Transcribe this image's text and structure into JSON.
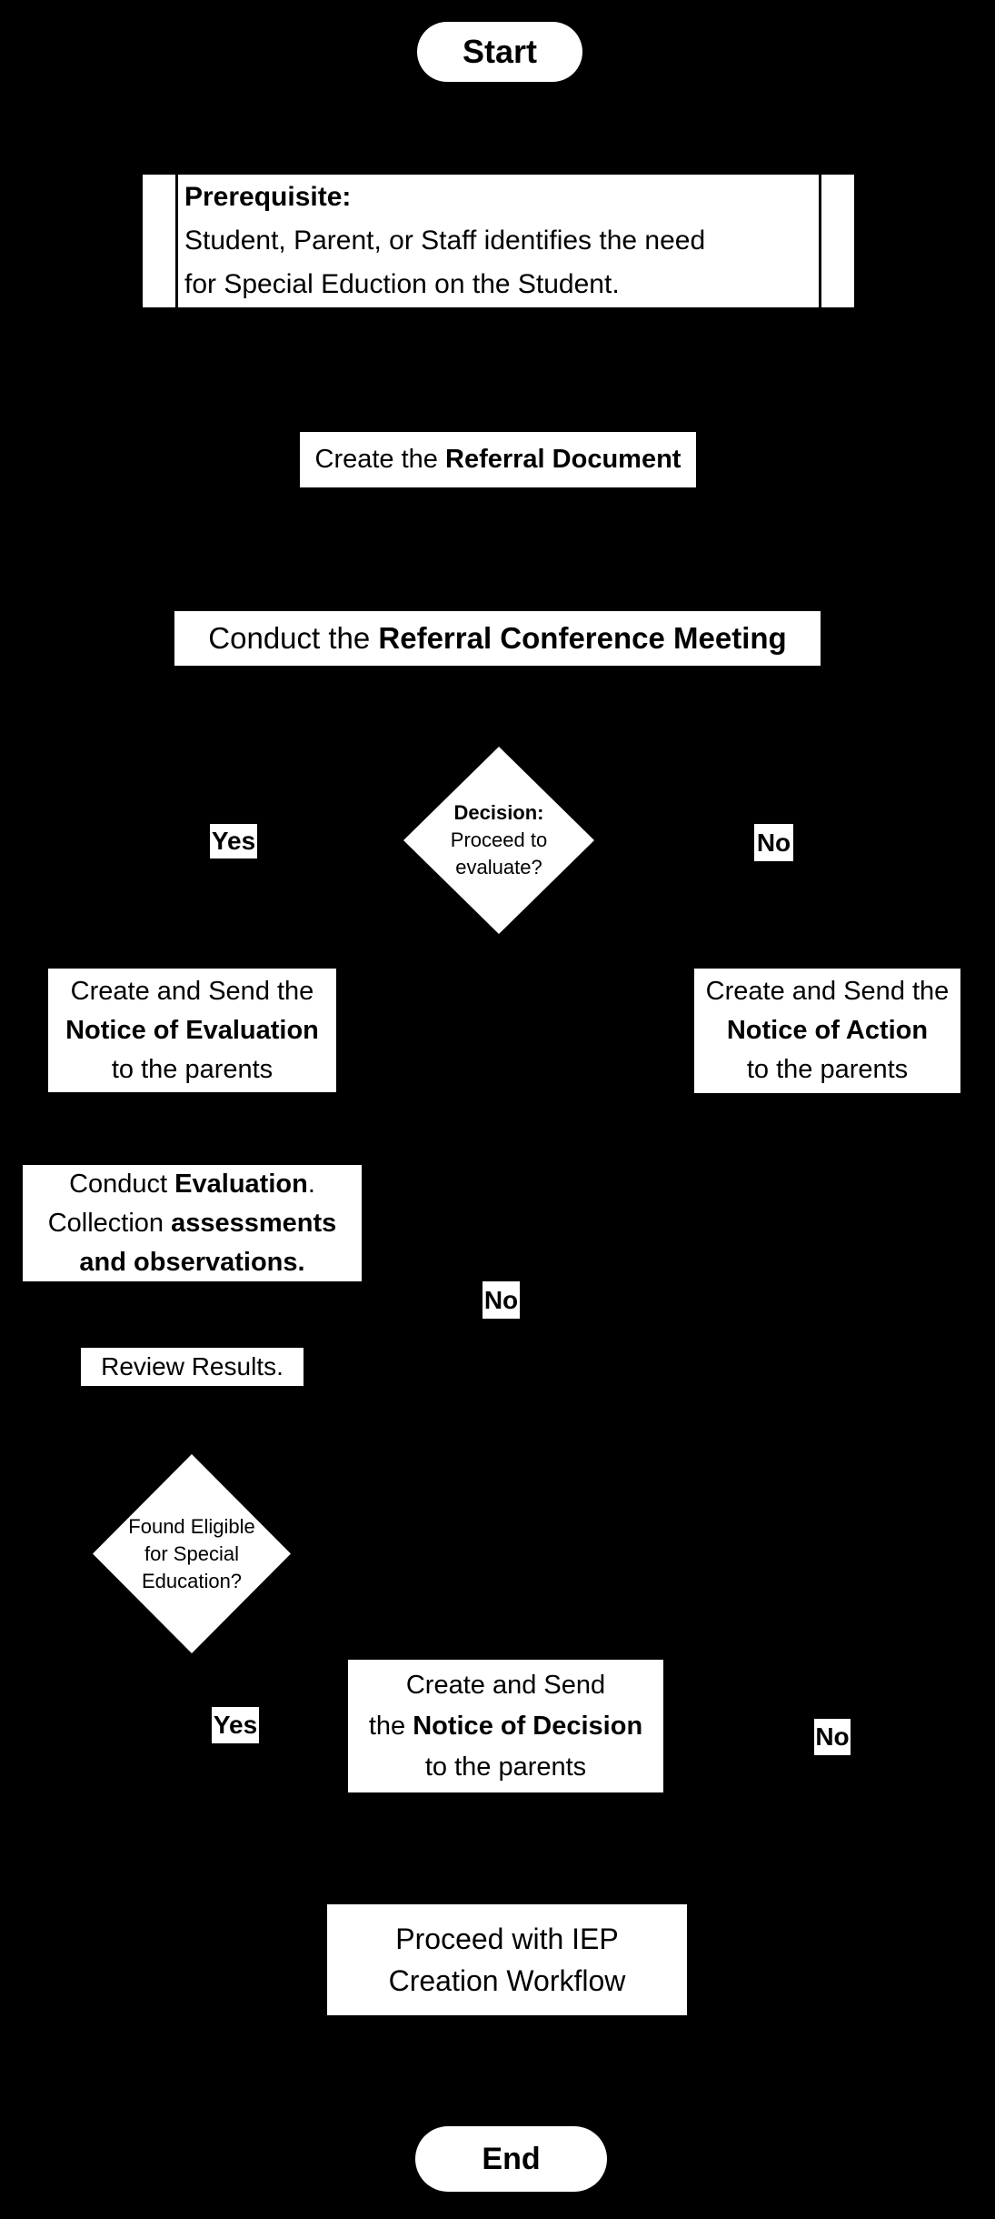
{
  "colors": {
    "background": "#000000",
    "shape_fill": "#ffffff",
    "shape_text": "#000000"
  },
  "nodes": {
    "start": {
      "label": "Start"
    },
    "prerequisite": {
      "title": "Prerequisite:",
      "line1": "Student, Parent, or Staff identifies the need",
      "line2": "for Special Eduction on the Student."
    },
    "create_referral": {
      "prefix": "Create the ",
      "bold": "Referral Document"
    },
    "conduct_conference": {
      "prefix": "Conduct the ",
      "bold": "Referral Conference Meeting"
    },
    "decision_evaluate": {
      "line1": "Decision:",
      "line2": "Proceed to",
      "line3": "evaluate?"
    },
    "notice_evaluation": {
      "line1": "Create and Send the",
      "bold": "Notice of Evaluation",
      "line3": "to the parents"
    },
    "notice_action": {
      "line1": "Create and Send the",
      "bold": "Notice of Action",
      "line3": "to the parents"
    },
    "conduct_evaluation": {
      "line1_prefix": "Conduct ",
      "line1_bold": "Evaluation",
      "line1_suffix": ".",
      "line2_prefix": "Collection ",
      "line2_bold": "assessments",
      "line3_bold": "and observations."
    },
    "review_results": {
      "label": "Review Results."
    },
    "decision_eligible": {
      "line1": "Found Eligible",
      "line2": "for Special",
      "line3": "Education?"
    },
    "notice_decision": {
      "line1": "Create and Send",
      "line2_prefix": "the ",
      "line2_bold": "Notice of Decision",
      "line3": "to the parents"
    },
    "proceed_iep": {
      "line1": "Proceed with IEP",
      "line2": "Creation Workflow"
    },
    "end": {
      "label": "End"
    }
  },
  "edge_labels": {
    "yes_evaluate": "Yes",
    "no_evaluate": "No",
    "no_middle": "No",
    "yes_eligible": "Yes",
    "no_eligible": "No"
  }
}
